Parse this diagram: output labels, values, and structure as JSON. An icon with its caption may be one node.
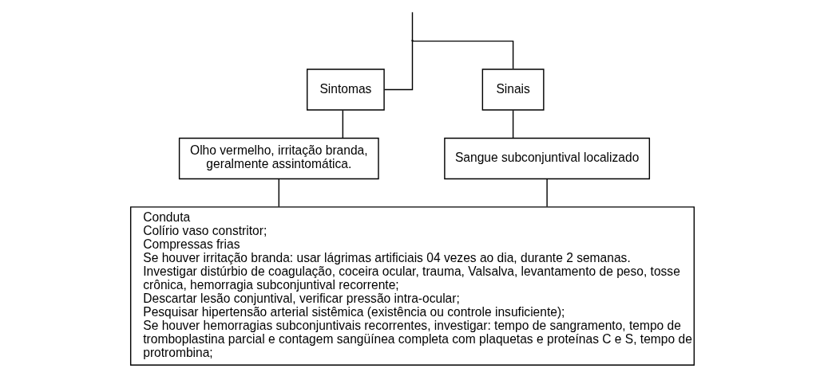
{
  "diagram": {
    "nodes": [
      {
        "text": [],
        "shape": "point"
      },
      {
        "text": [
          "Sintomas"
        ]
      },
      {
        "text": [
          "Sinais"
        ]
      },
      {
        "text": [
          "Olho vermelho, irritação branda, geralmente assintomática."
        ]
      },
      {
        "text": [
          "Sangue subconjuntival localizado"
        ]
      },
      {
        "text": [
          "Conduta",
          "Colírio vaso constritor;",
          "Compressas frias",
          "Se houver irritação branda: usar lágrimas artificiais 04 vezes ao dia, durante 2 semanas.",
          "Investigar distúrbio de coagulação, coceira ocular, trauma, Valsalva, levantamento de peso, tosse crônica, hemorragia subconjuntival recorrente;",
          "Descartar lesão conjuntival, verificar pressão intra-ocular;",
          "Pesquisar hipertensão arterial sistêmica (existência ou controle insuficiente);",
          "Se houver hemorragias subconjuntivais recorrentes, investigar: tempo de sangramento, tempo de tromboplastina parcial e contagem sangüínea completa com plaquetas e proteínas C e S, tempo de protrombina;"
        ]
      }
    ],
    "edges": [
      {
        "from": null,
        "to": 0,
        "arrow": "none"
      },
      {
        "from": 0,
        "to": 1,
        "arrow": "none"
      },
      {
        "from": 0,
        "to": 2,
        "arrow": "none"
      },
      {
        "from": 1,
        "to": 3,
        "arrow": "none"
      },
      {
        "from": 2,
        "to": 4,
        "arrow": "none"
      },
      {
        "from": 3,
        "to": 5,
        "arrow": "none"
      },
      {
        "from": 4,
        "to": 5,
        "arrow": "none"
      }
    ]
  }
}
